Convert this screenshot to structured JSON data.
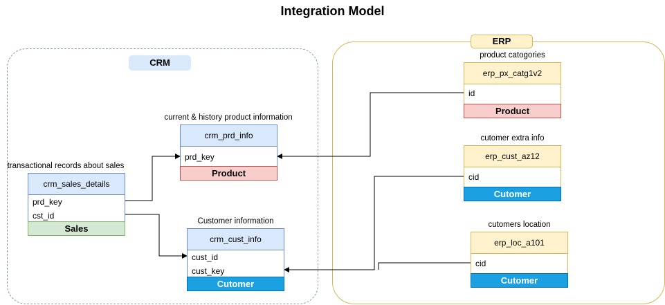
{
  "diagram_title": "Integration Model",
  "groups": {
    "crm": {
      "label": "CRM"
    },
    "erp": {
      "label": "ERP"
    }
  },
  "tables": {
    "crm_sales_details": {
      "caption": "transactional records about sales",
      "name": "crm_sales_details",
      "fields": [
        "prd_key",
        "cst_id"
      ],
      "tag": "Sales"
    },
    "crm_prd_info": {
      "caption": "current & history product information",
      "name": "crm_prd_info",
      "fields": [
        "prd_key"
      ],
      "tag": "Product"
    },
    "crm_cust_info": {
      "caption": "Customer information",
      "name": "crm_cust_info",
      "fields": [
        "cust_id",
        "cust_key"
      ],
      "tag": "Cutomer"
    },
    "erp_px_catg1v2": {
      "caption": "product catogories",
      "name": "erp_px_catg1v2",
      "fields": [
        "id"
      ],
      "tag": "Product"
    },
    "erp_cust_az12": {
      "caption": "cutomer extra info",
      "name": "erp_cust_az12",
      "fields": [
        "cid"
      ],
      "tag": "Cutomer"
    },
    "erp_loc_a101": {
      "caption": "cutomers location",
      "name": "erp_loc_a101",
      "fields": [
        "cid"
      ],
      "tag": "Cutomer"
    }
  },
  "colors": {
    "crm_header": "#dae8fc",
    "erp_header": "#fff2cc",
    "product_tag": "#f8cecc",
    "sales_tag": "#d5e8d4",
    "customer_tag": "#1ba1e2"
  }
}
